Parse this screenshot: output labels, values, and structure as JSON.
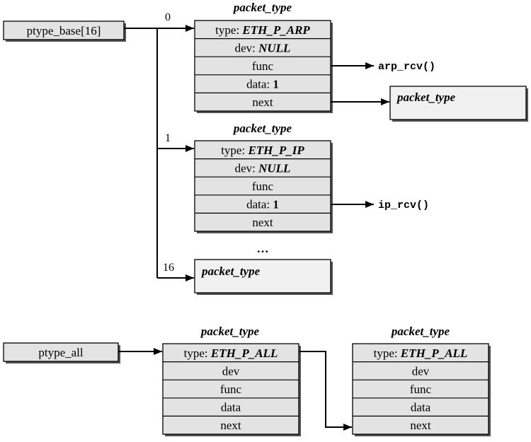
{
  "top": {
    "base_label": "ptype_base[16]",
    "indices": [
      "0",
      "1",
      "16"
    ],
    "ellipsis": "…",
    "struct_title": "packet_type",
    "arp": {
      "type_prefix": "type: ",
      "type_value": "ETH_P_ARP",
      "dev_prefix": "dev: ",
      "dev_value": "NULL",
      "func": "func",
      "data_prefix": "data: ",
      "data_value": "1",
      "next": "next",
      "func_target": "arp_rcv()"
    },
    "next_target": "packet_type",
    "ip": {
      "type_prefix": "type: ",
      "type_value": "ETH_P_IP",
      "dev_prefix": "dev: ",
      "dev_value": "NULL",
      "func": "func",
      "data_prefix": "data: ",
      "data_value": "1",
      "next": "next",
      "func_target": "ip_rcv()"
    },
    "last_box": "packet_type"
  },
  "bottom": {
    "all_label": "ptype_all",
    "struct_title": "packet_type",
    "first": {
      "type_prefix": "type: ",
      "type_value": "ETH_P_ALL",
      "dev": "dev",
      "func": "func",
      "data": "data",
      "next": "next"
    },
    "second": {
      "type_prefix": "type: ",
      "type_value": "ETH_P_ALL",
      "dev": "dev",
      "func": "func",
      "data": "data",
      "next": "next"
    }
  }
}
